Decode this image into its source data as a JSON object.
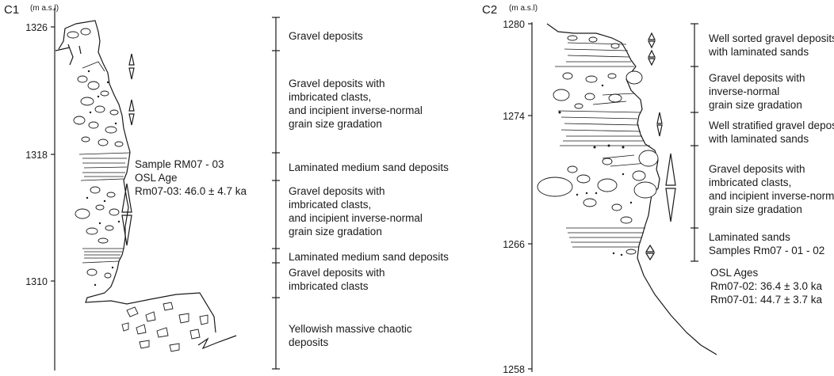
{
  "c1": {
    "panel": "C1",
    "unit": "(m a.s.l)",
    "ticks": [
      "1326",
      "1318",
      "1310"
    ],
    "tick_values": [
      1326,
      1318,
      1310
    ],
    "sample": [
      "Sample RM07 - 03",
      "OSL Age",
      "Rm07-03: 46.0 ± 4.7 ka"
    ],
    "units": [
      {
        "lines": [
          "Gravel deposits"
        ]
      },
      {
        "lines": [
          "Gravel deposits with",
          "imbricated clasts,",
          "and incipient inverse-normal",
          "grain size gradation"
        ]
      },
      {
        "lines": [
          "Laminated medium sand deposits"
        ]
      },
      {
        "lines": [
          "Gravel deposits with",
          "imbricated clasts,",
          "and incipient inverse-normal",
          "grain size gradation"
        ]
      },
      {
        "lines": [
          "Laminated medium sand deposits"
        ]
      },
      {
        "lines": [
          "Gravel deposits with",
          "imbricated clasts"
        ]
      },
      {
        "lines": [
          "Yellowish massive chaotic",
          "deposits"
        ]
      }
    ]
  },
  "c2": {
    "panel": "C2",
    "unit": "(m a.s.l)",
    "ticks": [
      "1280",
      "1274",
      "1266",
      "1258"
    ],
    "tick_values": [
      1280,
      1274,
      1266,
      1258
    ],
    "ages": [
      "OSL Ages",
      "Rm07-02: 36.4 ± 3.0 ka",
      "Rm07-01: 44.7 ± 3.7 ka"
    ],
    "units": [
      {
        "lines": [
          "Well sorted gravel deposits",
          "with laminated sands"
        ]
      },
      {
        "lines": [
          "Gravel deposits with",
          "inverse-normal",
          "grain size gradation"
        ]
      },
      {
        "lines": [
          "Well stratified gravel deposits",
          "with laminated sands"
        ]
      },
      {
        "lines": [
          "Gravel deposits with",
          "imbricated clasts,",
          "and incipient inverse-normal",
          "grain size gradation"
        ]
      },
      {
        "lines": [
          "Laminated sands",
          "Samples Rm07 - 01 - 02"
        ]
      }
    ]
  }
}
